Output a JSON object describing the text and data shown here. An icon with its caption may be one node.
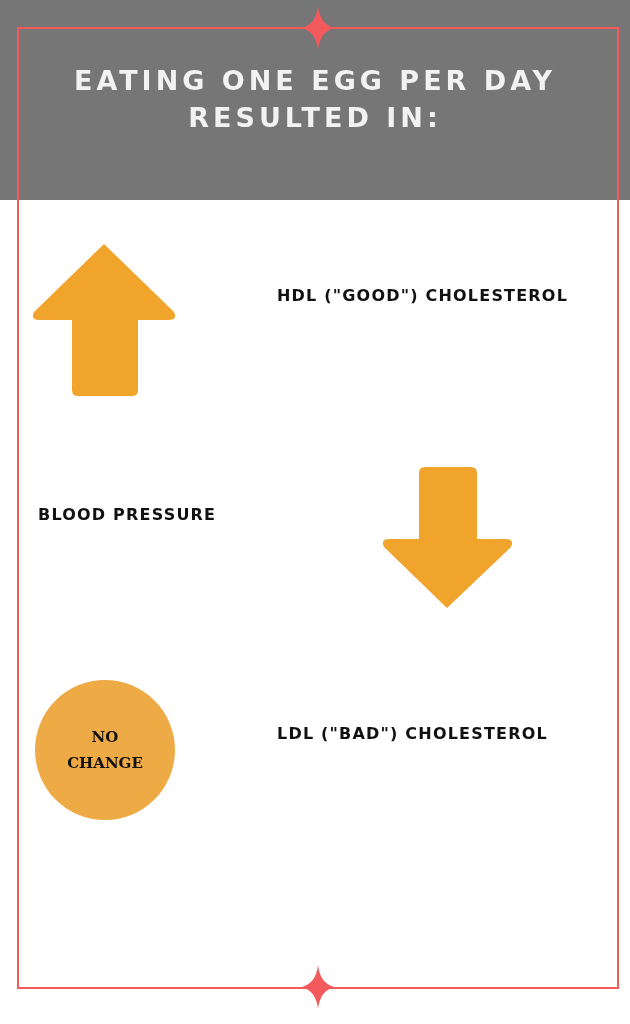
{
  "diagram": {
    "title": "EATING ONE EGG PER DAY RESULTED IN:",
    "nodes": [
      {
        "text": [
          "NO CHANGE"
        ]
      }
    ],
    "labels": [
      "HDL (\"GOOD\") CHOLESTEROL",
      "BLOOD PRESSURE",
      "LDL (\"BAD\") CHOLESTEROL"
    ]
  }
}
